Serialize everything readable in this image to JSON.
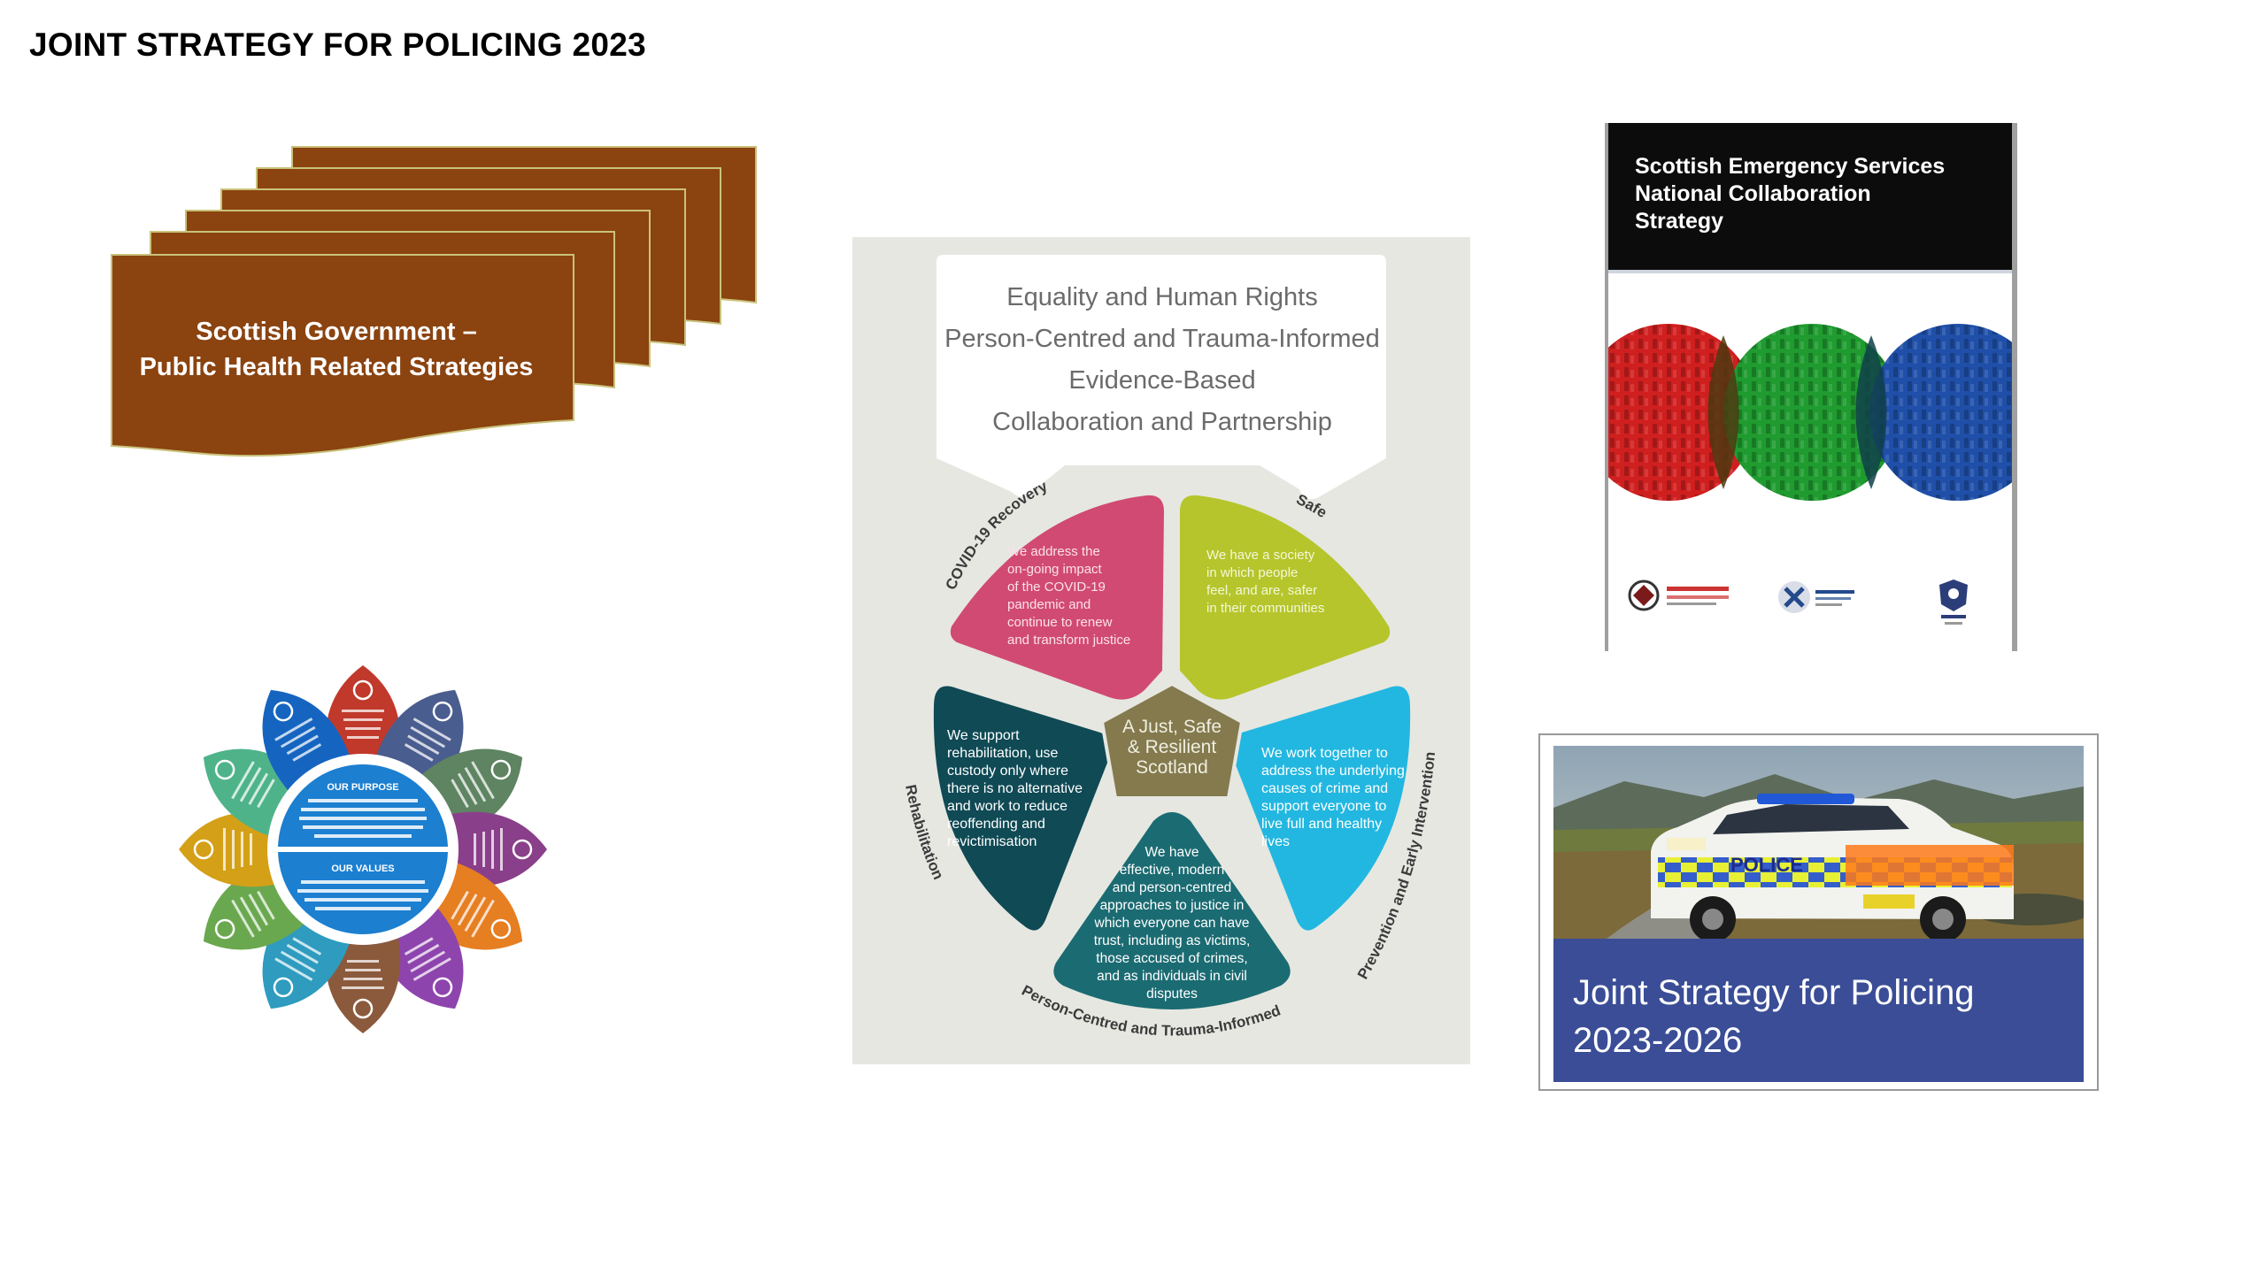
{
  "slide": {
    "title": "JOINT STRATEGY FOR POLICING 2023"
  },
  "document_stack": {
    "label_line1": "Scottish Government –",
    "label_line2": "Public Health Related Strategies",
    "color": "#8b4310"
  },
  "justice_diagram": {
    "principles": [
      "Equality and Human Rights",
      "Person-Centred and Trauma-Informed",
      "Evidence-Based",
      "Collaboration and Partnership"
    ],
    "center": [
      "A Just, Safe",
      "& Resilient",
      "Scotland"
    ],
    "arc_labels": {
      "covid": "COVID-19 Recovery",
      "safe": "Safe",
      "rehab": "Rehabilitation",
      "prevention": "Prevention and Early Intervention",
      "person_centred": "Person-Centred and Trauma-Informed"
    },
    "petals": {
      "covid": [
        "We address the",
        "on-going impact",
        "of the COVID-19",
        "pandemic and",
        "continue to renew",
        "and transform justice"
      ],
      "safe": [
        "We have a society",
        "in which people",
        "feel, and are, safer",
        "in their communities"
      ],
      "rehab": [
        "We support",
        "rehabilitation, use",
        "custody only where",
        "there is no alternative",
        "and work to reduce",
        "reoffending and",
        "revictimisation"
      ],
      "prevention": [
        "We work together to",
        "address the underlying",
        "causes of crime and",
        "support everyone to",
        "live full and healthy",
        "lives"
      ],
      "person_centred": [
        "We have",
        "effective, modern",
        "and person-centred",
        "approaches to justice in",
        "which everyone can have",
        "trust, including as victims,",
        "those accused of crimes,",
        "and as individuals in civil",
        "disputes"
      ]
    },
    "colors": {
      "covid": "#d14a74",
      "safe": "#b5c52b",
      "rehab": "#0f4a55",
      "prevention": "#22b7e0",
      "person_centred": "#1b6b72",
      "center": "#847a4e"
    }
  },
  "flower_diagram": {
    "purpose_title": "OUR PURPOSE",
    "values_title": "OUR VALUES",
    "colors": [
      "#c0392b",
      "#4a5d8f",
      "#5e8461",
      "#8a3f8a",
      "#e67e22",
      "#8e44ad",
      "#8b5a3c",
      "#2e9bbf",
      "#6aa84f",
      "#d4a017",
      "#4fb38a",
      "#1565c0"
    ]
  },
  "cover": {
    "title_line1": "Scottish Emergency Services",
    "title_line2": "National Collaboration",
    "title_line3": "Strategy",
    "circle_colors": [
      "#d01f1f",
      "#1f9b2f",
      "#1f4fa8"
    ]
  },
  "policing_card": {
    "title_line1": "Joint Strategy for Policing",
    "title_line2": "2023-2026",
    "band_color": "#3a4d96",
    "car_marking": "POLICE"
  }
}
